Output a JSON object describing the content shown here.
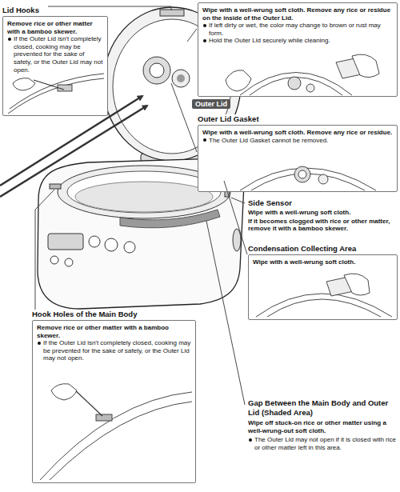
{
  "diagram": {
    "nodes": [
      {
        "text": [
          "Lid Hooks",
          "Remove rice or other matter with a bamboo skewer.",
          "If the Outer Lid isn't completely closed, cooking may be prevented for the sake of safety, or the Outer Lid may not open."
        ]
      },
      {
        "text": [
          "Wipe with a well-wrung soft cloth. Remove any rice or residue on the inside of the Outer Lid.",
          "If left dirty or wet, the color may change to brown or rust may form.",
          "Hold the Outer Lid securely while cleaning."
        ]
      },
      {
        "text": [
          "Outer Lid Gasket",
          "Wipe with a well-wrung soft cloth. Remove any rice or residue.",
          "The Outer Lid Gasket cannot be removed."
        ]
      },
      {
        "text": [
          "Condensation Collecting Area",
          "Wipe with a well-wrung soft cloth."
        ]
      },
      {
        "text": [
          "Hook Holes of the Main Body",
          "Remove rice or other matter with a bamboo skewer.",
          "If the Outer Lid isn't completely closed, cooking may be prevented for the sake of safety, or the Outer Lid may not open."
        ]
      }
    ],
    "labels": [
      "Outer Lid",
      "Side Sensor",
      "Wipe with a well-wrung soft cloth.",
      "If it becomes clogged with rice or other matter, remove it with a bamboo skewer.",
      "Gap Between the Main Body and Outer Lid (Shaded Area)",
      "Wipe off stuck-on rice or other matter using a well-wrung-out soft cloth.",
      "The Outer Lid may not open if it is closed with rice or other matter left in this area."
    ]
  }
}
